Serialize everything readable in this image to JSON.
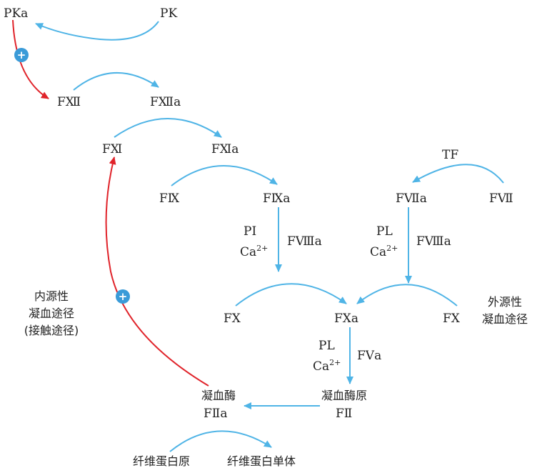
{
  "colors": {
    "arrow_blue": "#4fb4e6",
    "arrow_red": "#e0232a",
    "plus_badge": "#3a9bd8",
    "text": "#222222"
  },
  "nodes": {
    "pka": "PKa",
    "pk": "PK",
    "fxii": "FⅫ",
    "fxiia": "FⅫa",
    "fxi": "FⅪ",
    "fxia": "FⅪa",
    "fix": "FⅨ",
    "fixa": "FⅨa",
    "tf": "TF",
    "fviia": "FⅦa",
    "fvii": "FⅦ",
    "fx_left": "FX",
    "fxa": "FXa",
    "fx_right": "FX",
    "thrombin": "凝血酶",
    "fiia": "FⅡa",
    "prothrombin": "凝血酶原",
    "fii": "FⅡ",
    "fibrinogen": "纤维蛋白原",
    "fibrin_monomer": "纤维蛋白单体"
  },
  "cofactors": {
    "intrinsic_pl": "PI",
    "intrinsic_ca": "Ca",
    "intrinsic_ca_sup": "2+",
    "intrinsic_factor": "FⅧa",
    "extrinsic_pl": "PL",
    "extrinsic_ca": "Ca",
    "extrinsic_ca_sup": "2+",
    "extrinsic_factor": "FⅧa",
    "common_pl": "PL",
    "common_ca": "Ca",
    "common_ca_sup": "2+",
    "common_factor": "FⅤa"
  },
  "pathways": {
    "intrinsic_line1": "内源性",
    "intrinsic_line2": "凝血途径",
    "intrinsic_line3": "(接触途径)",
    "extrinsic_line1": "外源性",
    "extrinsic_line2": "凝血途径"
  },
  "badges": {
    "plus_top": "+",
    "plus_left": "+"
  }
}
